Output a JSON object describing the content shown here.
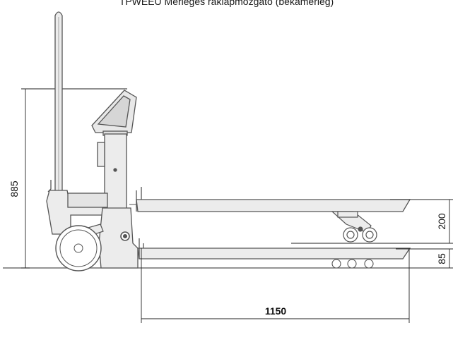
{
  "title": "TPWEEU Mérleges raklapmozgató (bekamérleg)",
  "dimensions": {
    "handle_height": "885",
    "lift_height": "200",
    "lowered_height": "85",
    "fork_length": "1150"
  },
  "colors": {
    "outline": "#555555",
    "body_fill": "#e8e8e8",
    "dim_line": "#222222"
  }
}
